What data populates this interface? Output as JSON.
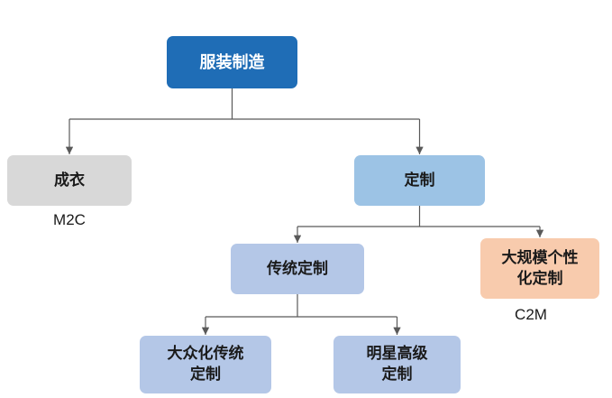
{
  "diagram": {
    "root": {
      "label": "服装制造"
    },
    "ready_to_wear": {
      "label": "成衣",
      "tag": "M2C"
    },
    "custom": {
      "label": "定制"
    },
    "traditional_custom": {
      "label": "传统定制"
    },
    "mass_personalized_custom": {
      "label": "大规模个性\n化定制",
      "tag": "C2M"
    },
    "mass_traditional_custom": {
      "label": "大众化传统\n定制"
    },
    "star_haute_custom": {
      "label": "明星高级\n定制"
    },
    "colors": {
      "root_fill": "#1f6db6",
      "root_text": "#ffffff",
      "gray_fill": "#d8d8d8",
      "blue_fill": "#9cc3e5",
      "periwinkle_fill": "#b4c7e7",
      "peach_fill": "#f8cbad",
      "node_text": "#1a1a1a",
      "line": "#595959"
    }
  }
}
